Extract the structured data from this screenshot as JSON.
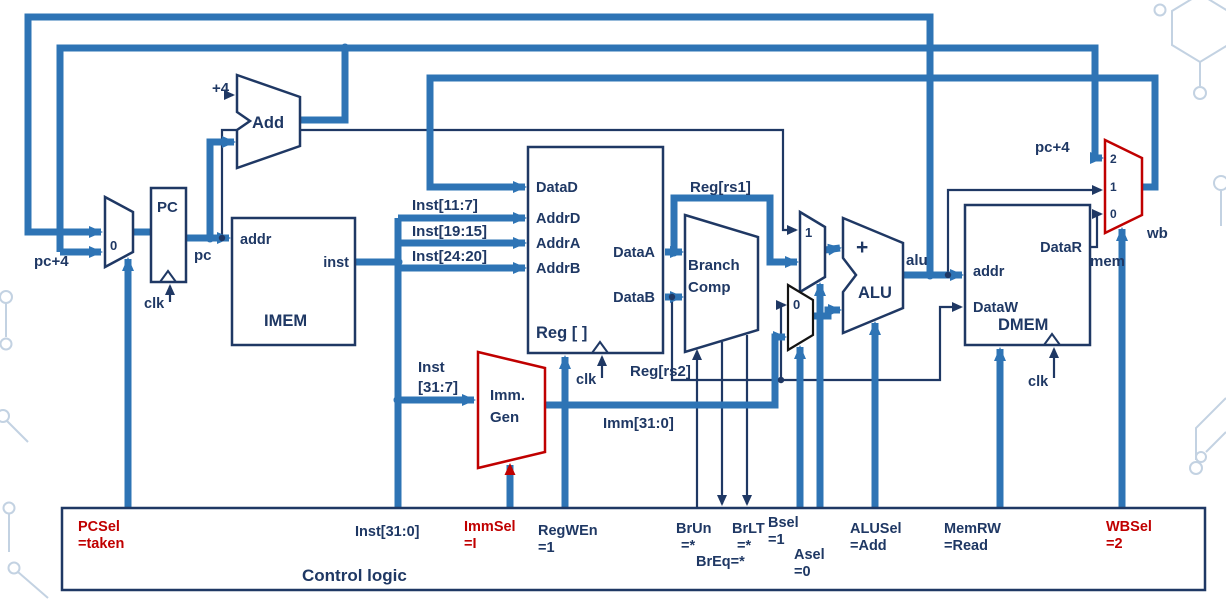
{
  "colors": {
    "wire_active": "#2e74b5",
    "wire_inactive": "#1f3864",
    "component_border": "#1f3864",
    "highlight": "#c00000"
  },
  "labels": {
    "plus4": "+4",
    "add": "Add",
    "pc_box": "PC",
    "pc_wire": "pc",
    "pc_plus4_left": "pc+4",
    "pc_plus4_right": "pc+4",
    "pcsel_mux_0": "0",
    "clk": "clk",
    "imem": {
      "name": "IMEM",
      "addr": "addr",
      "inst": "inst"
    },
    "inst_fields": {
      "rd": "Inst[11:7]",
      "rs1": "Inst[19:15]",
      "rs2": "Inst[24:20]",
      "imm_line1": "Inst",
      "imm_line2": "[31:7]"
    },
    "regfile": {
      "name": "Reg [ ]",
      "dataD": "DataD",
      "addrD": "AddrD",
      "addrA": "AddrA",
      "addrB": "AddrB",
      "dataA": "DataA",
      "dataB": "DataB"
    },
    "reg_rs1": "Reg[rs1]",
    "reg_rs2": "Reg[rs2]",
    "branch_comp": {
      "line1": "Branch",
      "line2": "Comp"
    },
    "asel_mux_1": "1",
    "bsel_mux_0": "0",
    "imm_gen": {
      "line1": "Imm.",
      "line2": "Gen"
    },
    "imm_wire": "Imm[31:0]",
    "alu": {
      "plus": "+",
      "name": "ALU",
      "out": "alu"
    },
    "dmem": {
      "name": "DMEM",
      "addr": "addr",
      "dataW": "DataW",
      "dataR": "DataR"
    },
    "mem_wire": "mem",
    "wb_wire": "wb",
    "wbsel_mux": {
      "in2": "2",
      "in1": "1",
      "in0": "0"
    }
  },
  "control": {
    "title": "Control logic",
    "pcsel": {
      "name": "PCSel",
      "value": "=taken"
    },
    "inst": {
      "name": "Inst[31:0]"
    },
    "immsel": {
      "name": "ImmSel",
      "value": "=I"
    },
    "regwen": {
      "name": "RegWEn",
      "value": "=1"
    },
    "brun": {
      "name": "BrUn",
      "value": "=*"
    },
    "breq": {
      "name": "BrEq=*"
    },
    "brlt": {
      "name": "BrLT",
      "value": "=*"
    },
    "bsel": {
      "name": "Bsel",
      "value": "=1"
    },
    "asel": {
      "name": "Asel",
      "value": "=0"
    },
    "alusel": {
      "name": "ALUSel",
      "value": "=Add"
    },
    "memrw": {
      "name": "MemRW",
      "value": "=Read"
    },
    "wbsel": {
      "name": "WBSel",
      "value": "=2"
    }
  }
}
